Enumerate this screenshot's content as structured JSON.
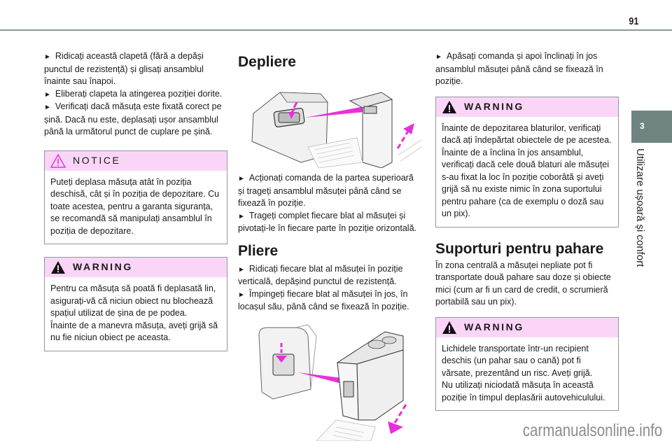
{
  "page": {
    "number": "91"
  },
  "chapter": {
    "number": "3",
    "title": "Utilizare ușoară și confort"
  },
  "colors": {
    "accent_pink": "#e830d8",
    "box_header": "#fbd5f7",
    "tab": "#6f8480"
  },
  "column1": {
    "intro": [
      "Ridicați această clapetă (fără a depăși punctul de rezistență) și glisați ansamblul înainte sau înapoi.",
      "Eliberați clapeta la atingerea poziției dorite.",
      "Verificați dacă măsuța este fixată corect pe șină. Dacă nu este, deplasați ușor ansamblul până la următorul punct de cuplare pe șină."
    ],
    "notice": {
      "icon": "warning-outline-icon",
      "title": "NOTICE",
      "text": "Puteți deplasa măsuța atât în poziția deschisă, cât și în poziția de depozitare. Cu toate acestea, pentru a garanta siguranța, se recomandă să manipulați ansamblul în poziția de depozitare."
    },
    "warning": {
      "icon": "warning-filled-icon",
      "title": "WARNING",
      "lines": [
        "Pentru ca măsuța să poată fi deplasată lin, asigurați-vă că niciun obiect nu blochează spațiul utilizat de șina de pe podea.",
        "Înainte de a manevra măsuța, aveți grijă să nu fie niciun obiect pe aceasta."
      ]
    }
  },
  "column2": {
    "unfold": {
      "heading": "Depliere",
      "steps": [
        "Acționați comanda de la partea superioară și trageți ansamblul măsuței până când se fixează în poziție.",
        "Trageți complet fiecare blat al măsuței și pivotați-le în fiecare parte în poziție orizontală."
      ]
    },
    "fold": {
      "heading": "Pliere",
      "steps": [
        "Ridicați fiecare blat al măsuței în poziție verticală, depășind punctul de rezistență.",
        "Împingeți fiecare blat al măsuței în jos, în locașul său, până când se fixează în poziție."
      ]
    }
  },
  "column3": {
    "step": "Apăsați comanda și apoi înclinați în jos ansamblul măsuței până când se fixează în poziție.",
    "warning1": {
      "icon": "warning-filled-icon",
      "title": "WARNING",
      "lines": [
        "Înainte de depozitarea blaturilor, verificați dacă ați îndepărtat obiectele de pe acestea.",
        "Înainte de a înclina în jos ansamblul, verificați dacă cele două blaturi ale măsuței s-au fixat la loc în poziție coborâtă și aveți grijă să nu existe nimic în zona suportului pentru pahare (ca de exemplu o doză sau un pix)."
      ]
    },
    "cupholders": {
      "heading": "Suporturi pentru pahare",
      "text": "În zona centrală a măsuței nepliate pot fi transportate două pahare sau doze și obiecte mici (cum ar fi un card de credit, o scrumieră portabilă sau un pix)."
    },
    "warning2": {
      "icon": "warning-filled-icon",
      "title": "WARNING",
      "lines": [
        "Lichidele transportate într-un recipient deschis (un pahar sau o cană) pot fi vărsate, prezentând un risc. Aveți grijă.",
        "Nu utilizați niciodată măsuța în această poziție în timpul deplasării autovehiculului."
      ]
    }
  },
  "watermark": "carmanualsonline.info"
}
